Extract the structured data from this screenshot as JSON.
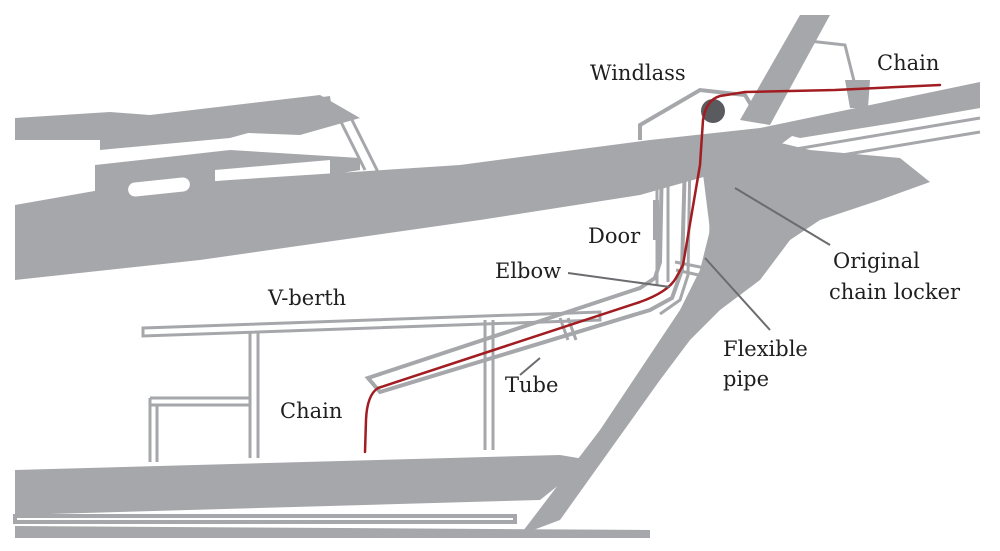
{
  "labels": {
    "windlass": "Windlass",
    "chain_top": "Chain",
    "door": "Door",
    "elbow": "Elbow",
    "original_locker_line1": "Original",
    "original_locker_line2": "chain locker",
    "v_berth": "V-berth",
    "flexible_pipe_line1": "Flexible",
    "flexible_pipe_line2": "pipe",
    "tube": "Tube",
    "chain_bottom": "Chain"
  },
  "colors": {
    "structure": "#a6a7aa",
    "chain": "#a11d21",
    "text": "#1f1f1f",
    "leader": "#6b6c6f",
    "windlass": "#5a5b5e"
  }
}
